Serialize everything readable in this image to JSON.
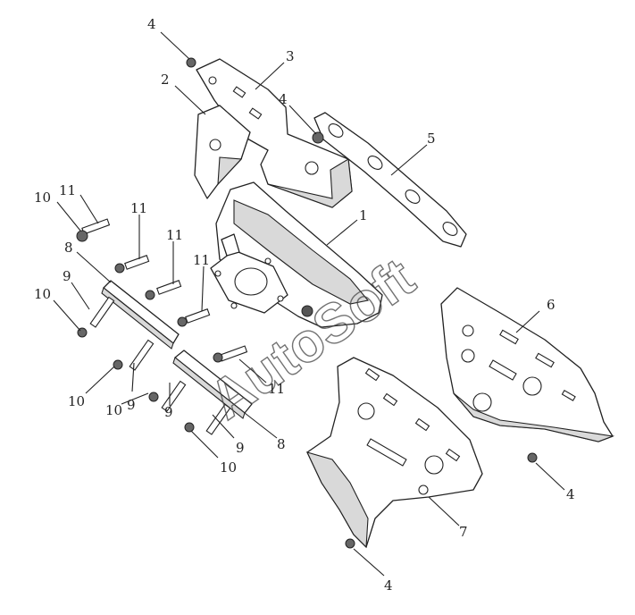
{
  "watermark": "AutoSoft",
  "callouts": [
    {
      "id": "c-4a",
      "label": "4"
    },
    {
      "id": "c-3",
      "label": "3"
    },
    {
      "id": "c-2",
      "label": "2"
    },
    {
      "id": "c-4b",
      "label": "4"
    },
    {
      "id": "c-5",
      "label": "5"
    },
    {
      "id": "c-1",
      "label": "1"
    },
    {
      "id": "c-10a",
      "label": "10"
    },
    {
      "id": "c-11a",
      "label": "11"
    },
    {
      "id": "c-11b",
      "label": "11"
    },
    {
      "id": "c-11c",
      "label": "11"
    },
    {
      "id": "c-11d",
      "label": "11"
    },
    {
      "id": "c-8a",
      "label": "8"
    },
    {
      "id": "c-9a",
      "label": "9"
    },
    {
      "id": "c-10b",
      "label": "10"
    },
    {
      "id": "c-6",
      "label": "6"
    },
    {
      "id": "c-11e",
      "label": "11"
    },
    {
      "id": "c-10c",
      "label": "10"
    },
    {
      "id": "c-9b",
      "label": "9"
    },
    {
      "id": "c-10d",
      "label": "10"
    },
    {
      "id": "c-9c",
      "label": "9"
    },
    {
      "id": "c-9d",
      "label": "9"
    },
    {
      "id": "c-8b",
      "label": "8"
    },
    {
      "id": "c-10e",
      "label": "10"
    },
    {
      "id": "c-4c",
      "label": "4"
    },
    {
      "id": "c-7",
      "label": "7"
    },
    {
      "id": "c-4d",
      "label": "4"
    }
  ]
}
